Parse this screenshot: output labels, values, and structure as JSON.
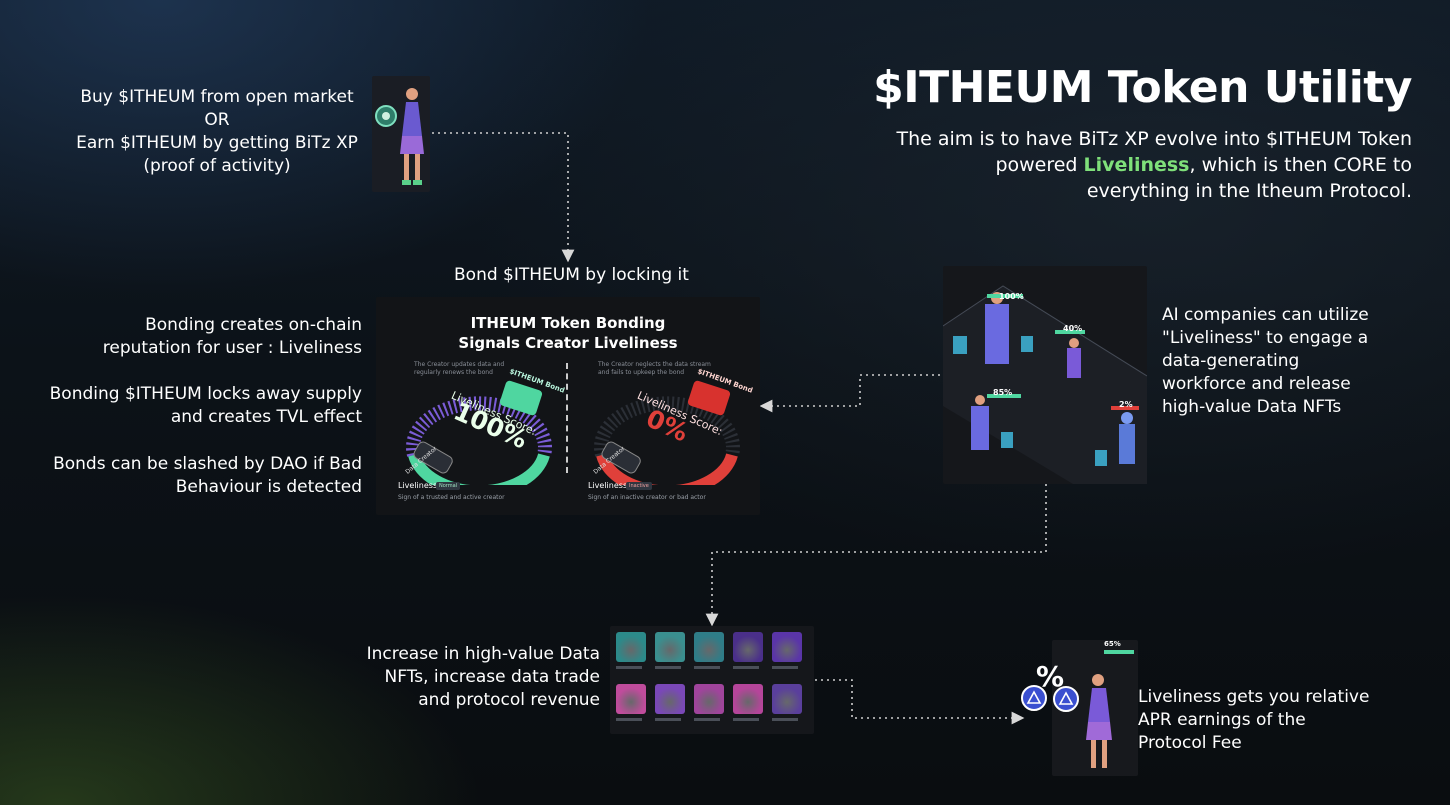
{
  "header": {
    "title": "$ITHEUM Token Utility",
    "subtitle_line1": "The aim is to have BiTz XP evolve into $ITHEUM Token",
    "subtitle_line2_prefix": "powered ",
    "subtitle_highlight": "Liveliness",
    "subtitle_line2_suffix": ", which is then CORE to",
    "subtitle_line3": "everything in the Itheum Protocol."
  },
  "buy": {
    "line1": "Buy $ITHEUM from open market",
    "line2": "OR",
    "line3": "Earn $ITHEUM by getting BiTz XP",
    "line4": "(proof of activity)"
  },
  "bond_label": "Bond $ITHEUM by locking it",
  "bonding_notes": [
    {
      "line1": "Bonding creates on-chain",
      "line2": "reputation for user : Liveliness"
    },
    {
      "line1": "Bonding $ITHEUM locks away supply",
      "line2": "and creates TVL effect"
    },
    {
      "line1": "Bonds can be slashed by DAO if Bad",
      "line2": "Behaviour is detected"
    }
  ],
  "bonding_panel": {
    "title_line1": "ITHEUM Token Bonding",
    "title_line2": "Signals Creator Liveliness",
    "left": {
      "caption": "The Creator updates data and regularly renews the bond",
      "bond_tag": "$ITHEUM Bond",
      "arc_label": "Liveliness Score:",
      "score": "100%",
      "creator": "Data Creator",
      "status_label": "Liveliness",
      "status_badge": "Normal",
      "footer": "Sign of a trusted and active creator",
      "color": "#4fd6a0"
    },
    "right": {
      "caption": "The Creator neglects the data stream and fails to upkeep the bond",
      "bond_tag": "$ITHEUM Bond",
      "arc_label": "Liveliness Score:",
      "score": "0%",
      "creator": "Data Creator",
      "status_label": "Liveliness",
      "status_badge": "Inactive",
      "footer": "Sign of an inactive creator or bad actor",
      "color": "#e0403a"
    }
  },
  "ai": {
    "line1": "AI companies can utilize",
    "line2": "\"Liveliness\" to engage a",
    "line3": "data-generating",
    "line4": "workforce and release",
    "line5": "high-value Data NFTs",
    "scores": [
      "100%",
      "40%",
      "85%",
      "2%"
    ]
  },
  "nft": {
    "line1": "Increase in high-value Data",
    "line2": "NFTs, increase data trade",
    "line3": "and protocol revenue",
    "tiles": [
      "#2c8a8a",
      "#3a8f8f",
      "#2f7d88",
      "#4a2f8a",
      "#5a35a8",
      "#c04c9c",
      "#7a48b8",
      "#a0449c",
      "#b5459a",
      "#5a3f9c"
    ]
  },
  "apr": {
    "line1": "Liveliness gets you relative",
    "line2": "APR earnings of the",
    "line3": "Protocol Fee",
    "score": "65%",
    "percent_symbol": "%"
  },
  "colors": {
    "accent_green": "#7fe07a",
    "teal": "#4fd6a0",
    "red": "#e0403a",
    "purple": "#7b5cd6"
  }
}
